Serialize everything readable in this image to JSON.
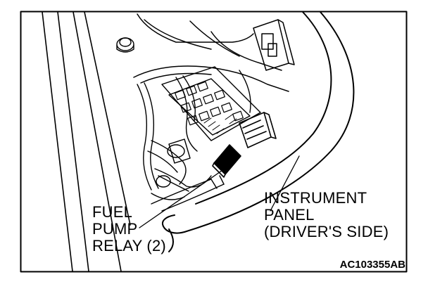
{
  "labels": {
    "fuel_pump_relay": [
      "FUEL",
      "PUMP",
      "RELAY (2)"
    ],
    "instrument_panel": [
      "INSTRUMENT",
      "PANEL",
      "(DRIVER'S SIDE)"
    ]
  },
  "figure_code": "AC103355AB"
}
